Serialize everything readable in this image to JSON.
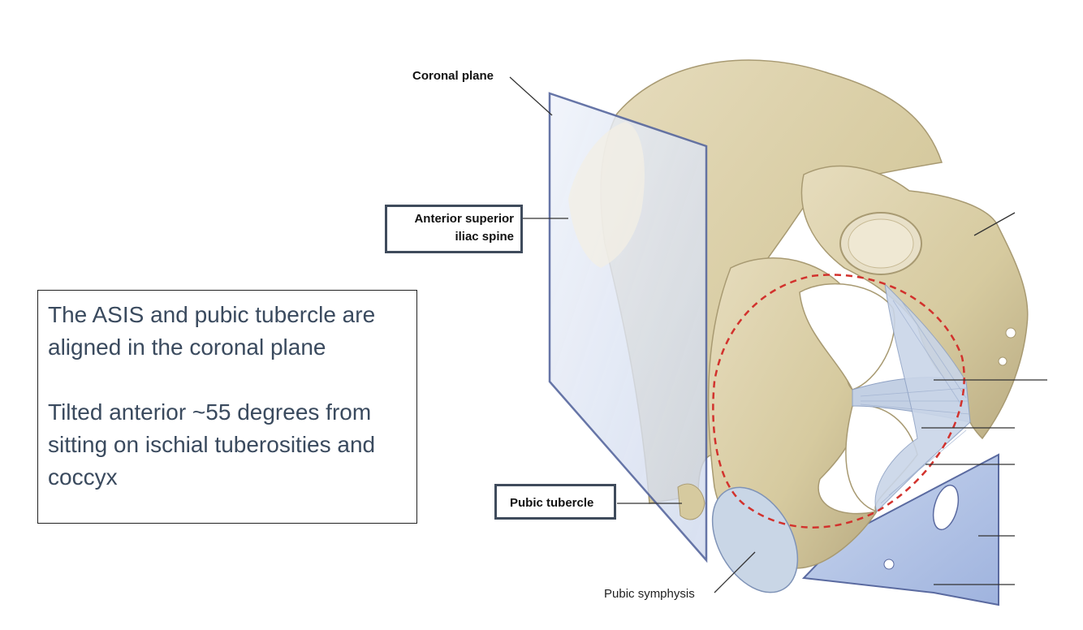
{
  "info_text": {
    "paragraph_1": "The ASIS and pubic tubercle are aligned in the coronal plane",
    "paragraph_2": "Tilted anterior ~55 degrees from sitting on ischial tuberosities and coccyx"
  },
  "labels": {
    "coronal_plane": "Coronal plane",
    "asis_line1": "Anterior superior",
    "asis_line2": "iliac spine",
    "pubic_tubercle": "Pubic tubercle",
    "pubic_symphysis": "Pubic symphysis"
  },
  "colors": {
    "bone": "#d9cfae",
    "bone_shadow": "#b9ab82",
    "ligament": "#bccbe0",
    "plane": "#dfe6f3",
    "plane_edge": "#5a6aa0",
    "membrane": "#9fb8dc",
    "dashed_outline": "#d2322d",
    "box_border": "#3f4b5c",
    "text_blue": "#3a4a5e"
  }
}
